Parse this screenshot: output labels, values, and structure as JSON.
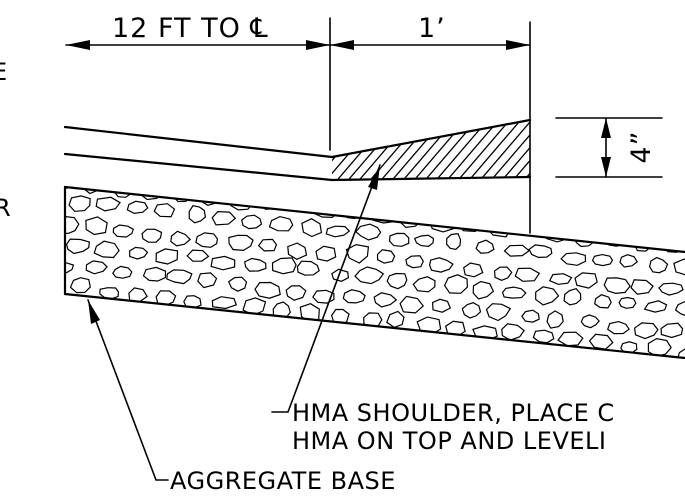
{
  "colors": {
    "ink": "#000000",
    "paper": "#ffffff"
  },
  "dimensions": {
    "to_centerline": "12 FT TO ℄",
    "shoulder_width": "1’",
    "shoulder_depth": "4”"
  },
  "edge_labels": {
    "top_left": "E",
    "mid_left": "R"
  },
  "callouts": {
    "shoulder_line1": "HMA SHOULDER, PLACE C",
    "shoulder_line2": "HMA ON TOP AND LEVELI",
    "aggregate_base": "AGGREGATE BASE"
  }
}
